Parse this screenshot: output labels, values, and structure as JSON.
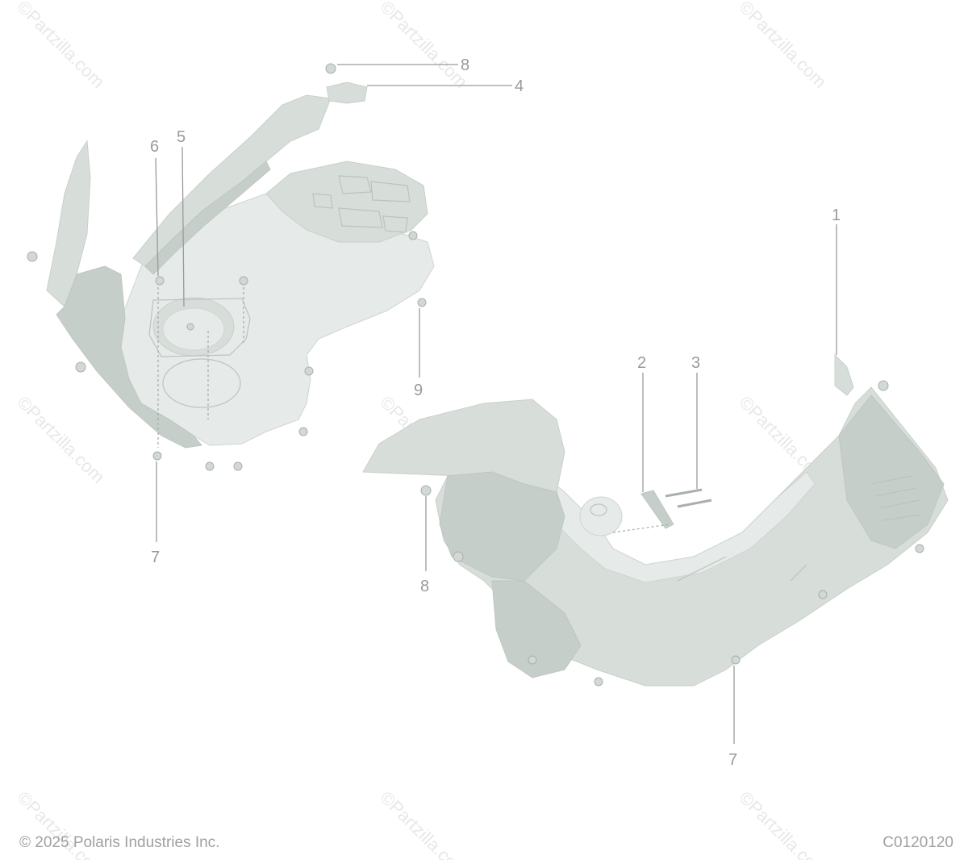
{
  "watermark": "©Partzilla.com",
  "footer": {
    "copyright": "© 2025 Polaris Industries Inc.",
    "diagram_id": "C0120120"
  },
  "callouts": {
    "c1": "1",
    "c2": "2",
    "c3": "3",
    "c4": "4",
    "c5": "5",
    "c6": "6",
    "c7a": "7",
    "c7b": "7",
    "c8a": "8",
    "c8b": "8",
    "c9": "9"
  },
  "colors": {
    "part_fill": "#d7ddd9",
    "callout_text": "#9a9a9a",
    "footer_text": "#a0a0a0"
  }
}
